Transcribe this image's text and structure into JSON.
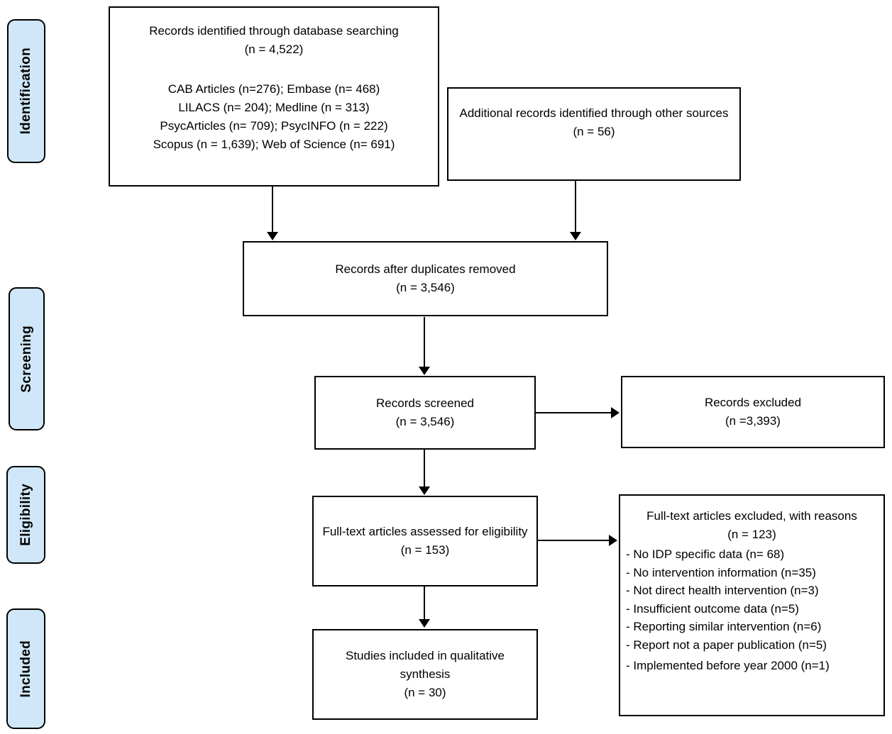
{
  "figure": {
    "kind": "PRISMA flow diagram"
  },
  "colors": {
    "stage_fill": "#cfe7f8",
    "stage_border": "#000000",
    "box_fill": "#ffffff",
    "box_border": "#000000",
    "arrow": "#000000"
  },
  "stages": {
    "identification": "Identification",
    "screening": "Screening",
    "eligibility": "Eligibility",
    "included": "Included"
  },
  "boxes": {
    "db_search": {
      "title": "Records identified through database searching",
      "count": "(n = 4,522)",
      "details": [
        "CAB Articles (n=276); Embase (n= 468)",
        "LILACS (n= 204); Medline (n = 313)",
        "PsycArticles (n= 709); PsycINFO (n = 222)",
        "Scopus (n = 1,639); Web of Science (n= 691)"
      ]
    },
    "other_sources": {
      "title": "Additional records identified through other sources",
      "count": "(n = 56)"
    },
    "after_duplicates": {
      "title": "Records after duplicates removed",
      "count": "(n = 3,546)"
    },
    "screened": {
      "title": "Records screened",
      "count": "(n = 3,546)"
    },
    "records_excluded": {
      "title": "Records excluded",
      "count": "(n =3,393)"
    },
    "fulltext_assessed": {
      "title": "Full-text articles assessed for eligibility",
      "count": "(n = 153)"
    },
    "fulltext_excluded": {
      "title": "Full-text articles excluded, with reasons",
      "count": "(n = 123)",
      "reasons": [
        "- No IDP specific data (n= 68)",
        "- No intervention information (n=35)",
        "- Not direct health intervention (n=3)",
        "- Insufficient outcome data (n=5)",
        "- Reporting similar intervention (n=6)",
        "- Report not a paper publication (n=5)",
        "- Implemented before year 2000 (n=1)"
      ]
    },
    "qualitative_synthesis": {
      "title": "Studies included in qualitative synthesis",
      "count": "(n = 30)"
    }
  }
}
